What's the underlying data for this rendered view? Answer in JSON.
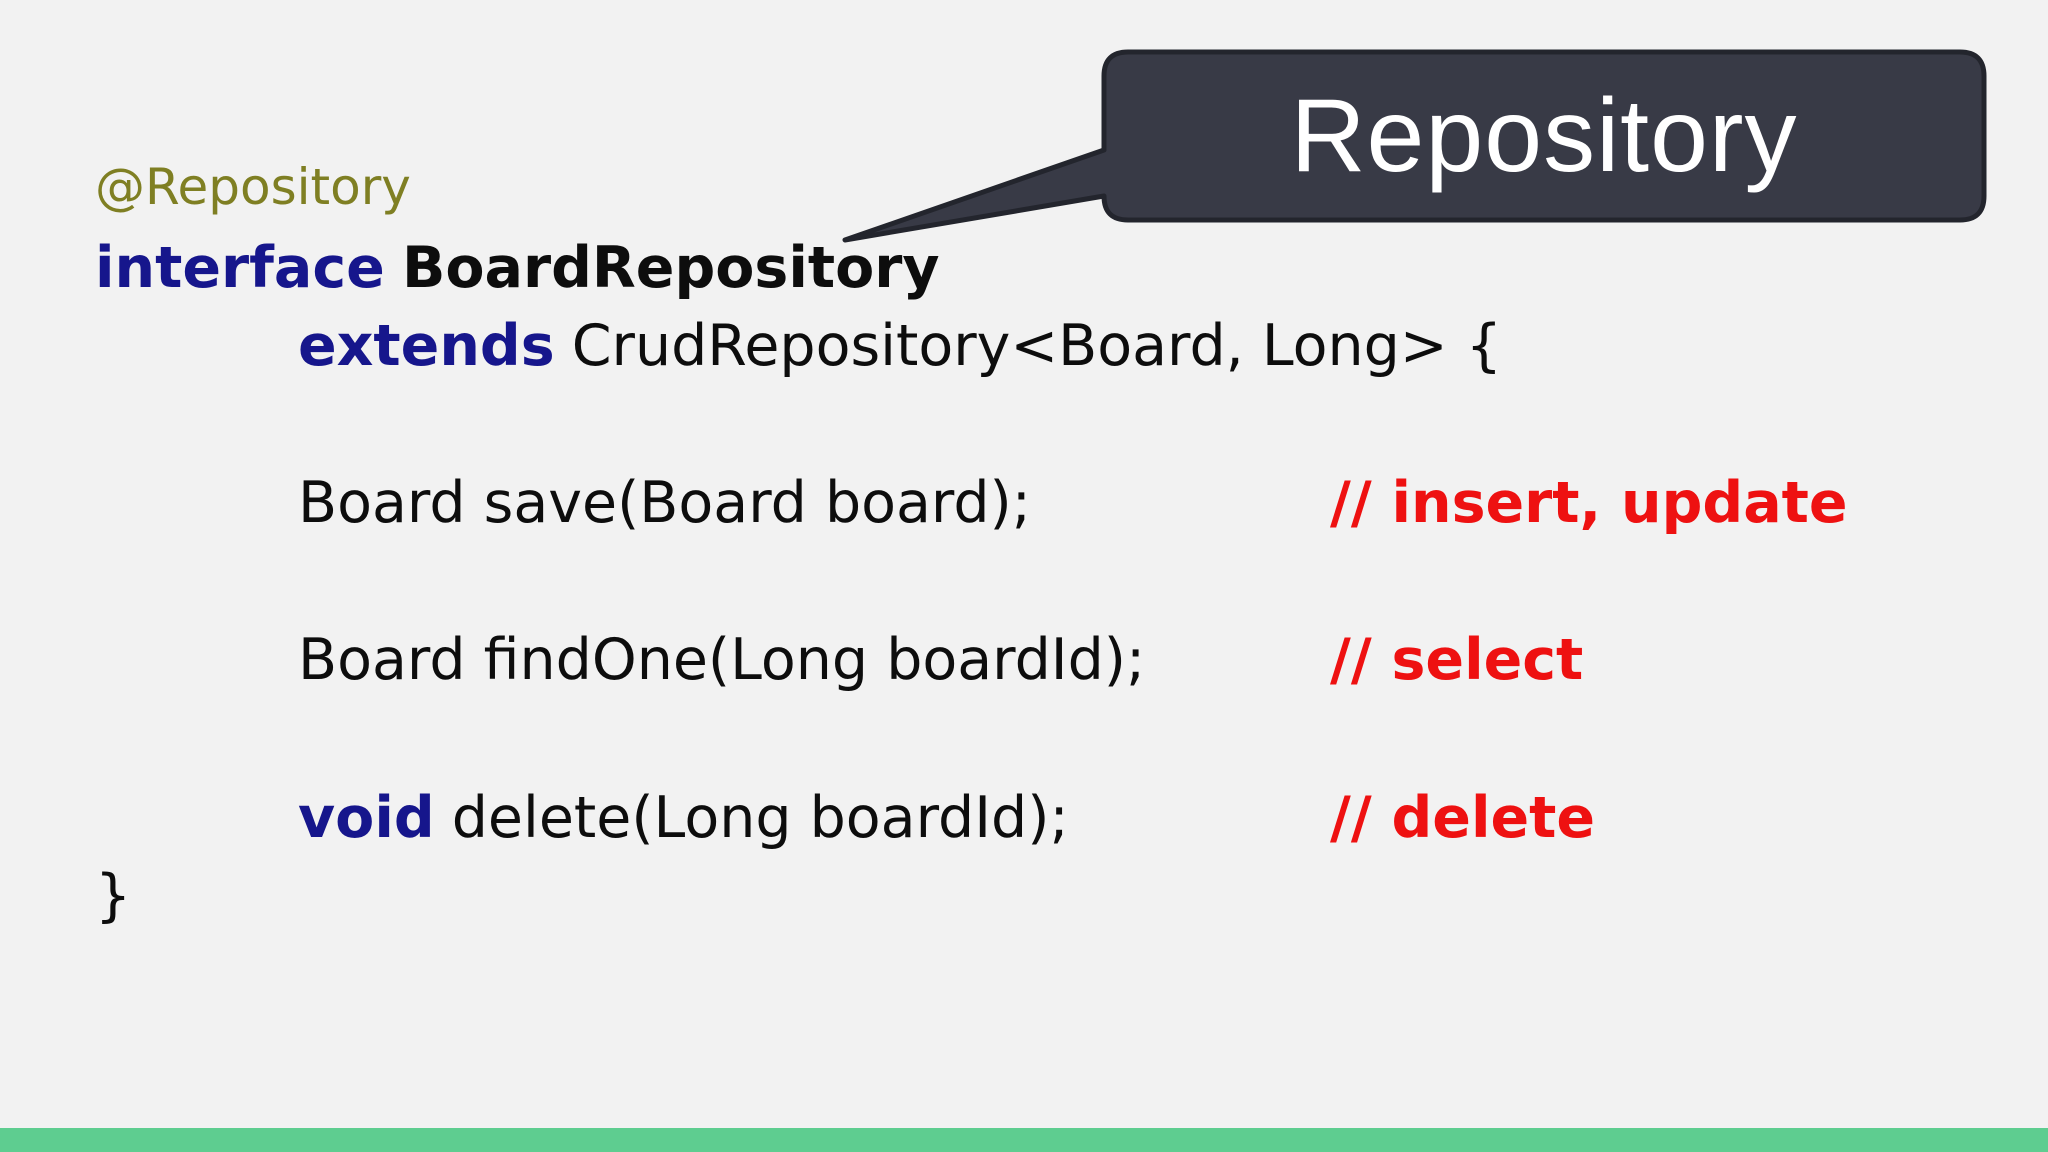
{
  "slide": {
    "callout": {
      "label": "Repository"
    },
    "code": {
      "annotation": "@Repository",
      "interface_keyword": "interface",
      "interface_name": "BoardRepository",
      "extends_keyword": "extends",
      "extends_type": "CrudRepository<Board, Long> {",
      "save_method": "Board save(Board board);",
      "save_comment": "// insert, update",
      "find_method": "Board findOne(Long boardId);",
      "find_comment": "// select",
      "void_keyword": "void",
      "delete_method": "delete(Long boardId);",
      "delete_comment": "// delete",
      "closing_brace": "}"
    },
    "colors": {
      "background": "#f2f2f2",
      "annotation_olive": "#7f7f23",
      "keyword_navy": "#16168c",
      "code_black": "#0d0d0d",
      "comment_red": "#ee1111",
      "callout_fill": "#383a46",
      "callout_border": "#23252d",
      "callout_text": "#ffffff",
      "bottom_bar_green": "#5ecd90"
    }
  }
}
